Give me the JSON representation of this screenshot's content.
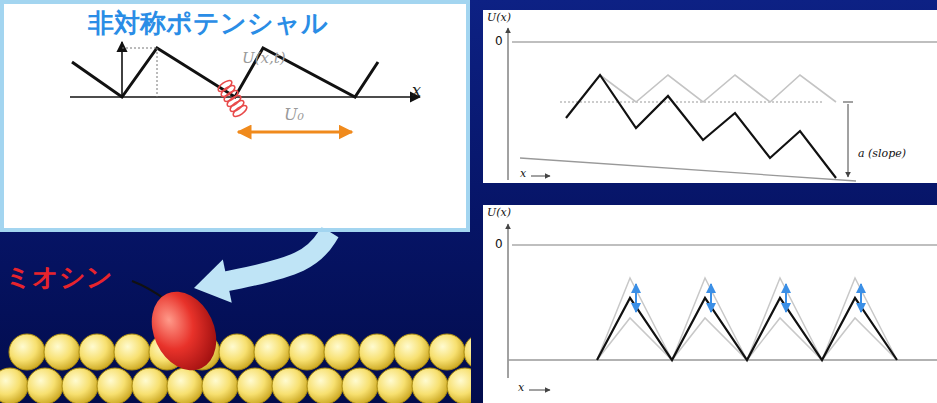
{
  "diagram": {
    "nodes": [
      {
        "text": [
          "非対称ポテンシャル"
        ]
      },
      {
        "text": [
          "ミオシン"
        ]
      }
    ],
    "edges": [
      {
        "from": 0,
        "to": 1,
        "arrow": "to"
      }
    ],
    "labels": [
      "U(x,t)",
      "U₀",
      "x",
      "U(x)",
      "0",
      "a (slope)",
      "x",
      "U(x)",
      "0",
      "x"
    ]
  }
}
